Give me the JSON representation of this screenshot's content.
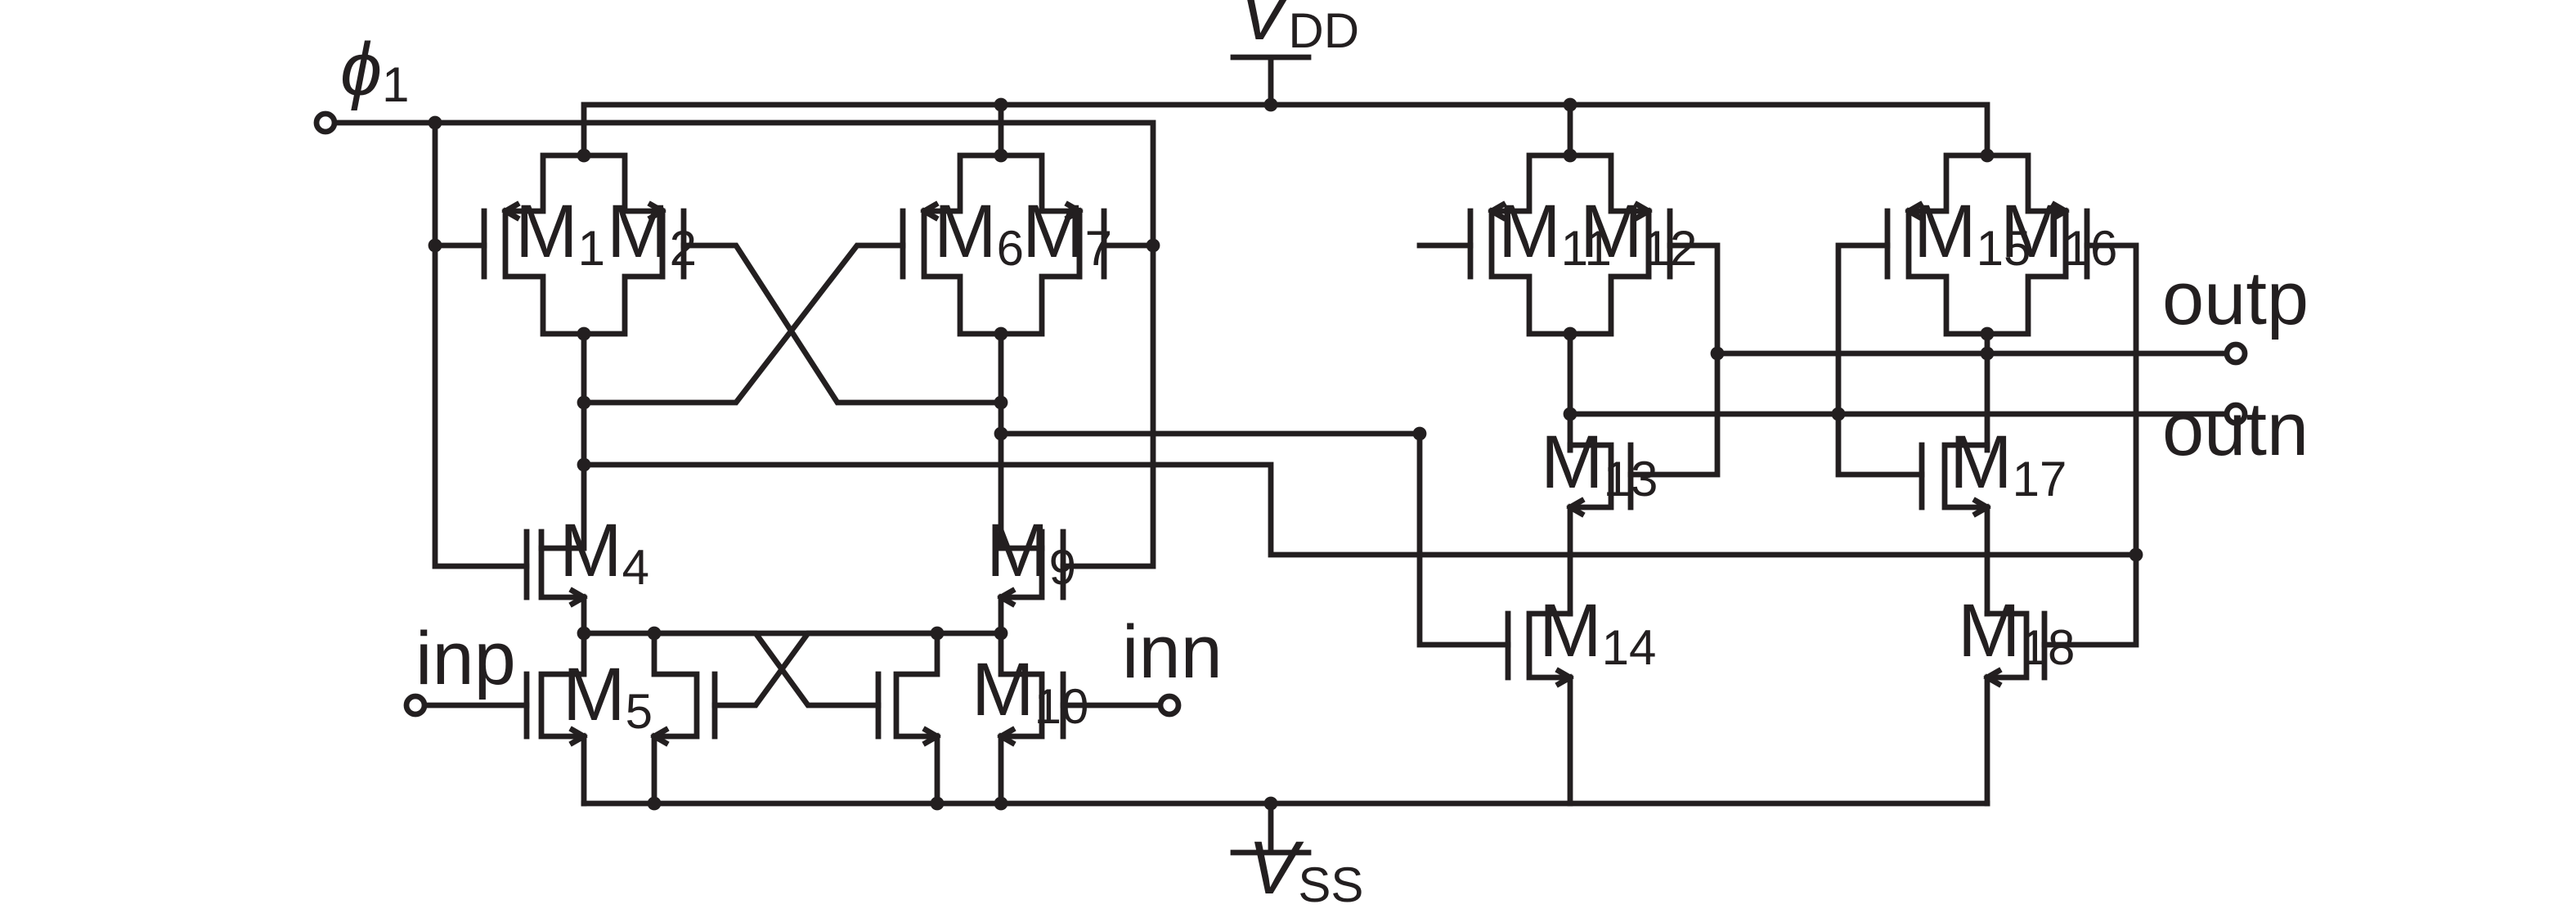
{
  "supply": {
    "vdd": {
      "main": "V",
      "sub": "DD"
    },
    "vss": {
      "main": "V",
      "sub": "SS"
    }
  },
  "ports": {
    "clock": {
      "main": "ϕ",
      "sub": "1"
    },
    "inp": "inp",
    "inn": "inn",
    "outp": "outp",
    "outn": "outn"
  },
  "transistors": {
    "m1": {
      "main": "M",
      "sub": "1"
    },
    "m2": {
      "main": "M",
      "sub": "2"
    },
    "m4": {
      "main": "M",
      "sub": "4"
    },
    "m5": {
      "main": "M",
      "sub": "5"
    },
    "m6": {
      "main": "M",
      "sub": "6"
    },
    "m7": {
      "main": "M",
      "sub": "7"
    },
    "m9": {
      "main": "M",
      "sub": "9"
    },
    "m10": {
      "main": "M",
      "sub": "10"
    },
    "m11": {
      "main": "M",
      "sub": "11"
    },
    "m12": {
      "main": "M",
      "sub": "12"
    },
    "m13": {
      "main": "M",
      "sub": "13"
    },
    "m14": {
      "main": "M",
      "sub": "14"
    },
    "m15": {
      "main": "M",
      "sub": "15"
    },
    "m16": {
      "main": "M",
      "sub": "16"
    },
    "m17": {
      "main": "M",
      "sub": "17"
    },
    "m18": {
      "main": "M",
      "sub": "18"
    }
  },
  "colors": {
    "ink": "#231f20",
    "background": "#ffffff"
  }
}
